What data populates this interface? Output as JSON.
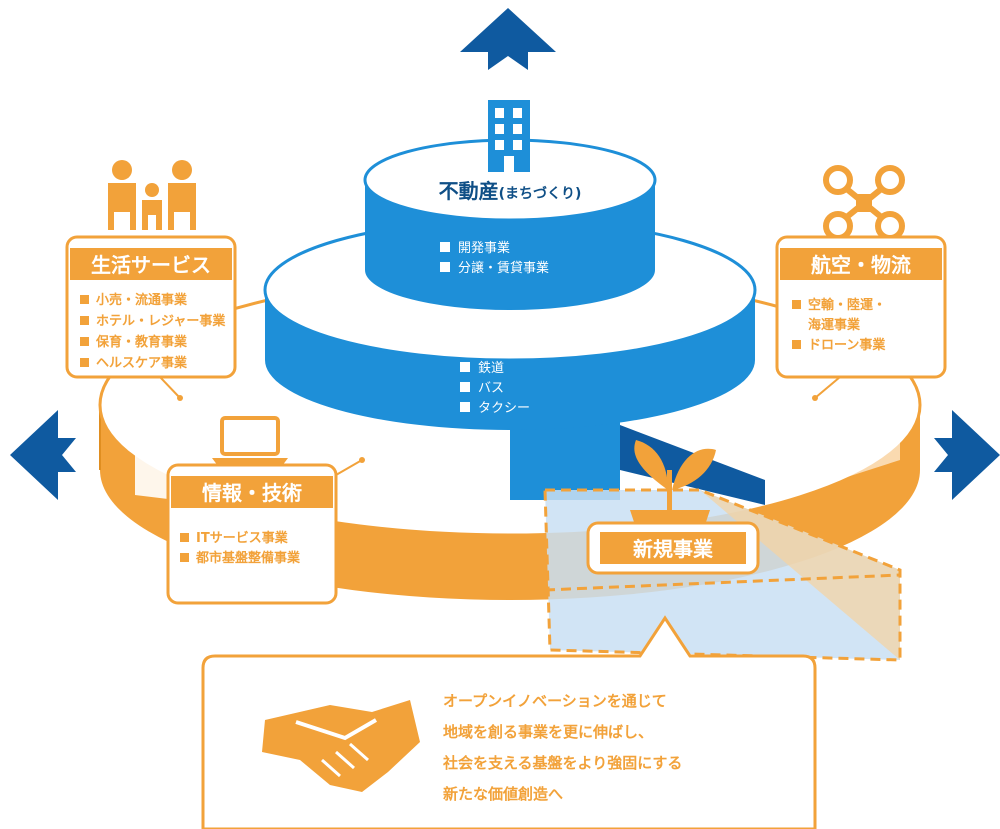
{
  "colors": {
    "blue": "#1e8fd8",
    "blue_dark": "#0f5aa0",
    "orange": "#f2a23a",
    "light_blue": "#c9dff3",
    "arrow": "#0f5aa0"
  },
  "icons": {
    "top_arrow": "up-arrow-icon",
    "left_arrow": "left-arrow-icon",
    "right_arrow": "right-arrow-icon",
    "building": "building-icon",
    "family": "family-icon",
    "drone": "drone-icon",
    "laptop": "laptop-icon",
    "sprout": "sprout-icon",
    "handshake": "handshake-icon"
  },
  "tiers": {
    "real_estate": {
      "title": "不動産",
      "title_sub": "(まちづくり)",
      "items": [
        "開発事業",
        "分譲・賃貸事業"
      ]
    },
    "transport": {
      "title": "交通",
      "items": [
        "鉄道",
        "バス",
        "タクシー"
      ]
    }
  },
  "boxes": {
    "life": {
      "title": "生活サービス",
      "items": [
        "小売・流通事業",
        "ホテル・レジャー事業",
        "保育・教育事業",
        "ヘルスケア事業"
      ]
    },
    "aviation": {
      "title": "航空・物流",
      "items": [
        "空輸・陸運・",
        "海運事業",
        "ドローン事業"
      ]
    },
    "it": {
      "title": "情報・技術",
      "items": [
        "ITサービス事業",
        "都市基盤整備事業"
      ]
    },
    "new_business": {
      "title": "新規事業"
    }
  },
  "callout": {
    "lines": [
      "オープンイノベーションを通じて",
      "地域を創る事業を更に伸ばし、",
      "社会を支える基盤をより強固にする",
      "新たな価値創造へ"
    ]
  }
}
